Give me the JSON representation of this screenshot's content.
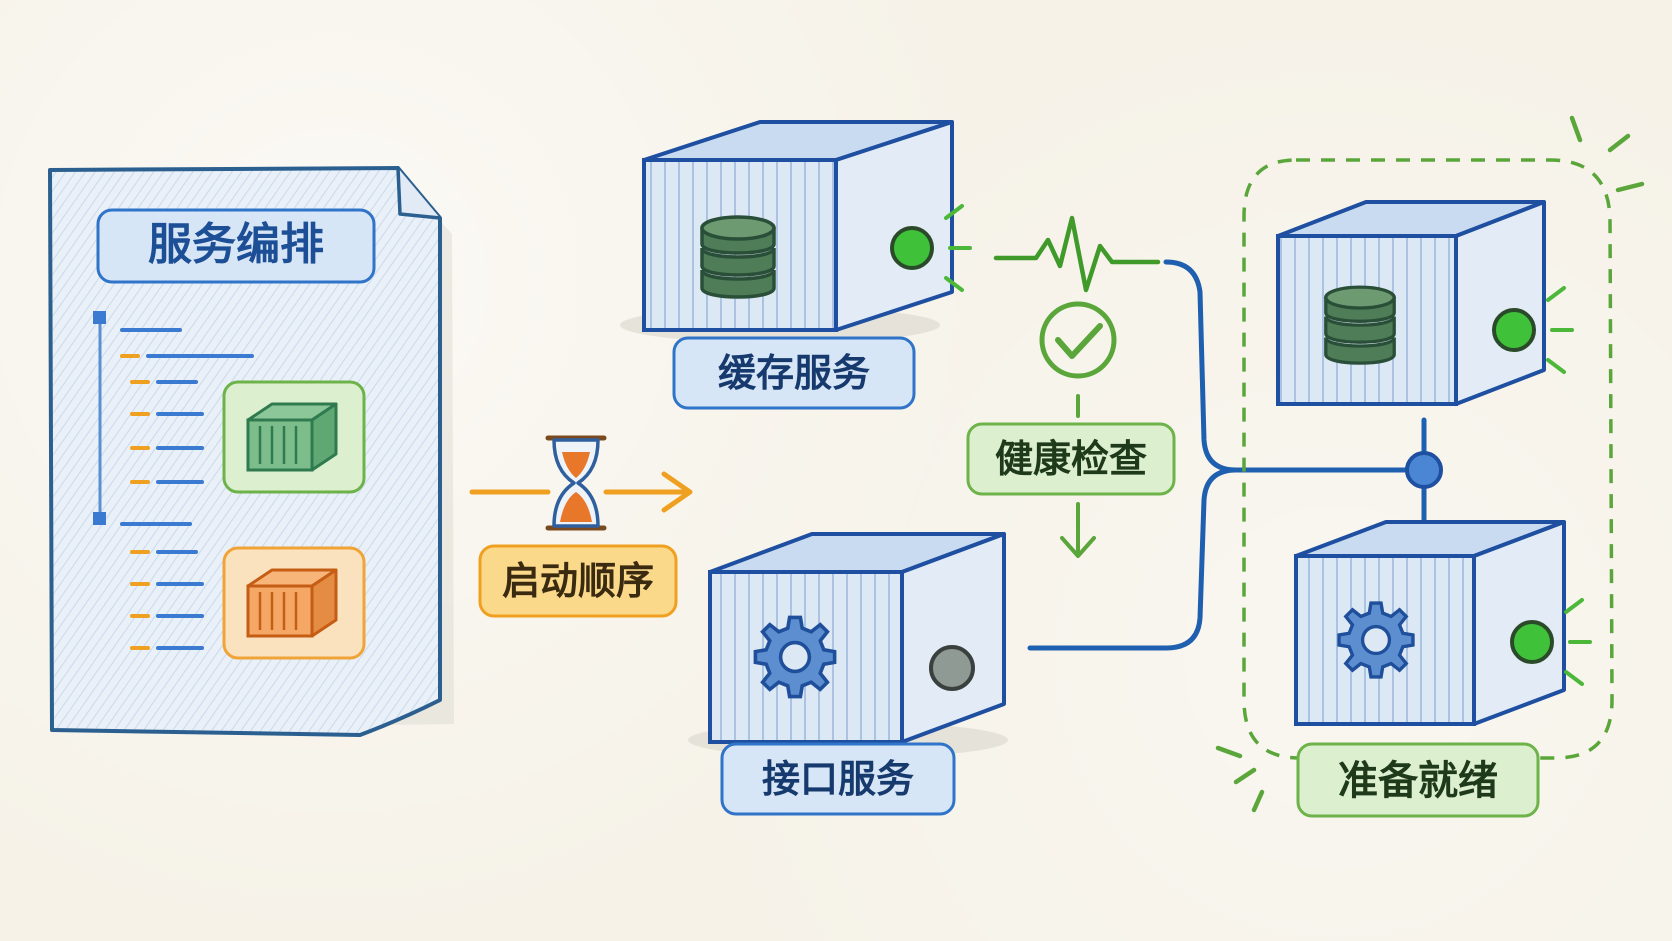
{
  "labels": {
    "compose": "服务编排",
    "cache_service": "缓存服务",
    "api_service": "接口服务",
    "startup_order": "启动顺序",
    "health_check": "健康检查",
    "ready": "准备就绪"
  },
  "colors": {
    "blue": "#1f5fb0",
    "blue_fill": "#d7e6f6",
    "green": "#5aa63a",
    "green_fill": "#dcefcf",
    "orange": "#f0a020",
    "orange_fill": "#fbd98a",
    "led_green": "#3fc23a",
    "led_gray": "#8e9a93",
    "db_green": "#4f7d57"
  },
  "icons": {
    "document": "document-icon",
    "hourglass": "hourglass-icon",
    "check": "check-circle-icon",
    "pulse": "heartbeat-pulse-icon",
    "database": "database-icon",
    "gear": "gear-icon",
    "container": "container-box-icon"
  }
}
